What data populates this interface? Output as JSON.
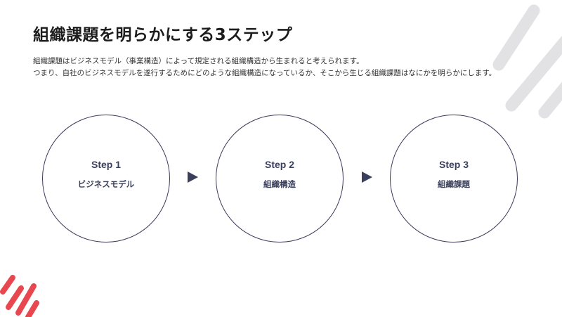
{
  "slide": {
    "title": "組織課題を明らかにする3ステップ",
    "description": [
      "組織課題はビジネスモデル（事業構造）によって規定される組織構造から生まれると考えられます。",
      "つまり、自社のビジネスモデルを遂行するためにどのような組織構造になっているか、そこから生じる組織課題はなにかを明らかにします。"
    ]
  },
  "steps": [
    {
      "label": "Step 1",
      "name": "ビジネスモデル"
    },
    {
      "label": "Step 2",
      "name": "組織構造"
    },
    {
      "label": "Step 3",
      "name": "組織課題"
    }
  ],
  "colors": {
    "accent_navy": "#3a3f5c",
    "accent_red": "#e8474f",
    "deco_gray": "#e2e2e4"
  }
}
